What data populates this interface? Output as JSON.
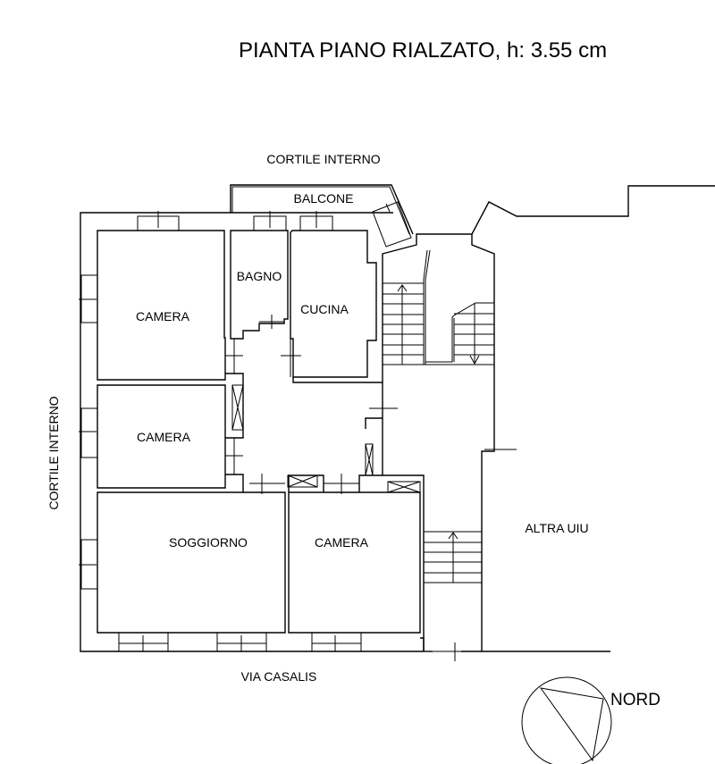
{
  "title": "PIANTA PIANO RIALZATO, h: 3.55 cm",
  "labels": {
    "courtyard_top": "CORTILE INTERNO",
    "courtyard_left": "CORTILE INTERNO",
    "balcony": "BALCONE",
    "street": "VIA CASALIS",
    "other_unit": "ALTRA UIU",
    "north": "NORD"
  },
  "rooms": [
    {
      "name": "CAMERA"
    },
    {
      "name": "BAGNO"
    },
    {
      "name": "CUCINA"
    },
    {
      "name": "CAMERA"
    },
    {
      "name": "SOGGIORNO"
    },
    {
      "name": "CAMERA"
    }
  ],
  "colors": {
    "line": "#000000",
    "background": "#ffffff"
  }
}
